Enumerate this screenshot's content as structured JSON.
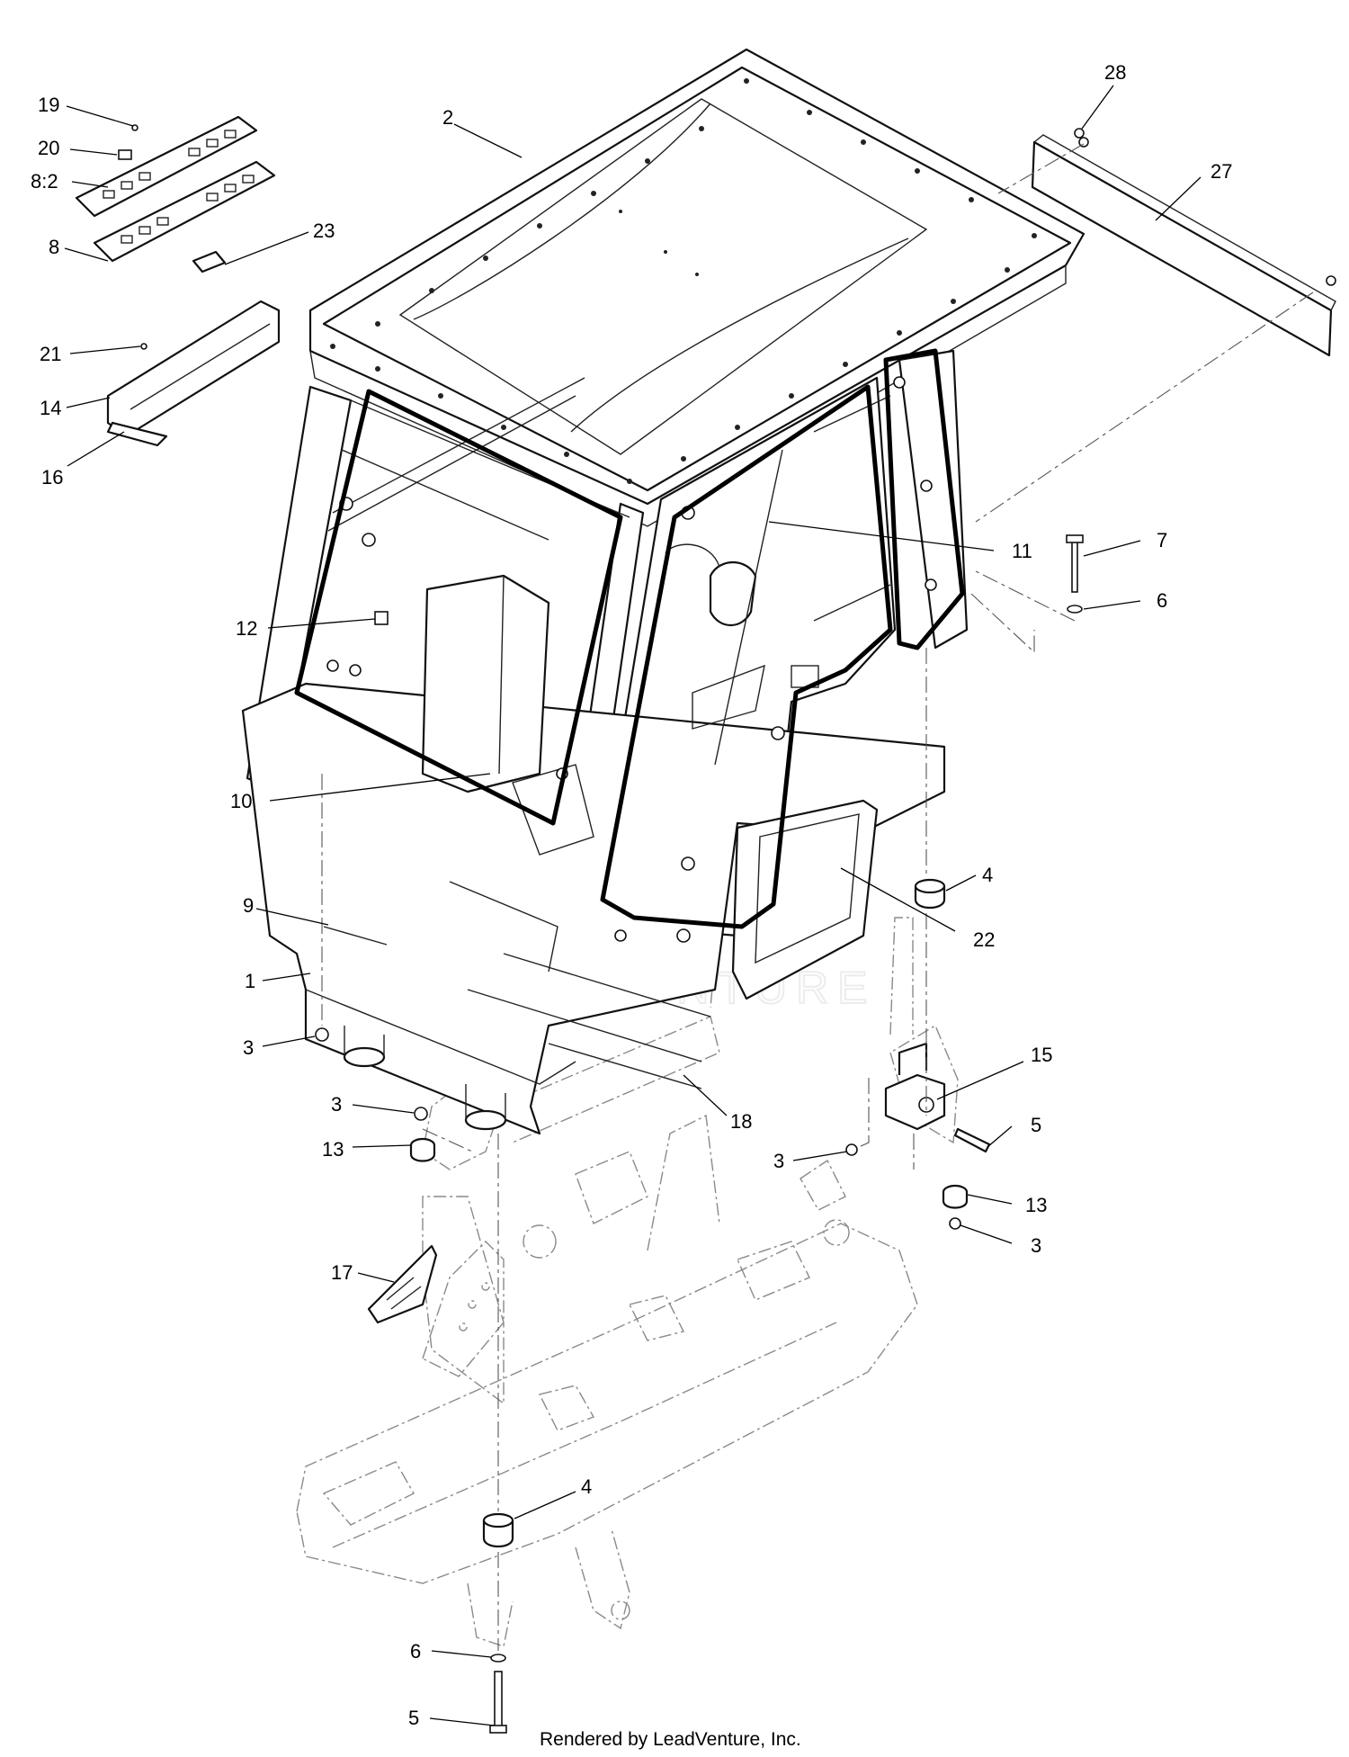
{
  "callouts": [
    {
      "label": "19"
    },
    {
      "label": "20"
    },
    {
      "label": "8:2"
    },
    {
      "label": "8"
    },
    {
      "label": "23"
    },
    {
      "label": "21"
    },
    {
      "label": "14"
    },
    {
      "label": "16"
    },
    {
      "label": "2"
    },
    {
      "label": "28"
    },
    {
      "label": "27"
    },
    {
      "label": "11"
    },
    {
      "label": "7"
    },
    {
      "label": "6"
    },
    {
      "label": "12"
    },
    {
      "label": "10"
    },
    {
      "label": "4"
    },
    {
      "label": "9"
    },
    {
      "label": "22"
    },
    {
      "label": "1"
    },
    {
      "label": "3"
    },
    {
      "label": "15"
    },
    {
      "label": "3"
    },
    {
      "label": "18"
    },
    {
      "label": "13"
    },
    {
      "label": "5"
    },
    {
      "label": "3"
    },
    {
      "label": "13"
    },
    {
      "label": "3"
    },
    {
      "label": "17"
    },
    {
      "label": "4"
    },
    {
      "label": "6"
    },
    {
      "label": "5"
    }
  ],
  "watermark": "LEADVENTURE",
  "credit": "Rendered by LeadVenture, Inc."
}
